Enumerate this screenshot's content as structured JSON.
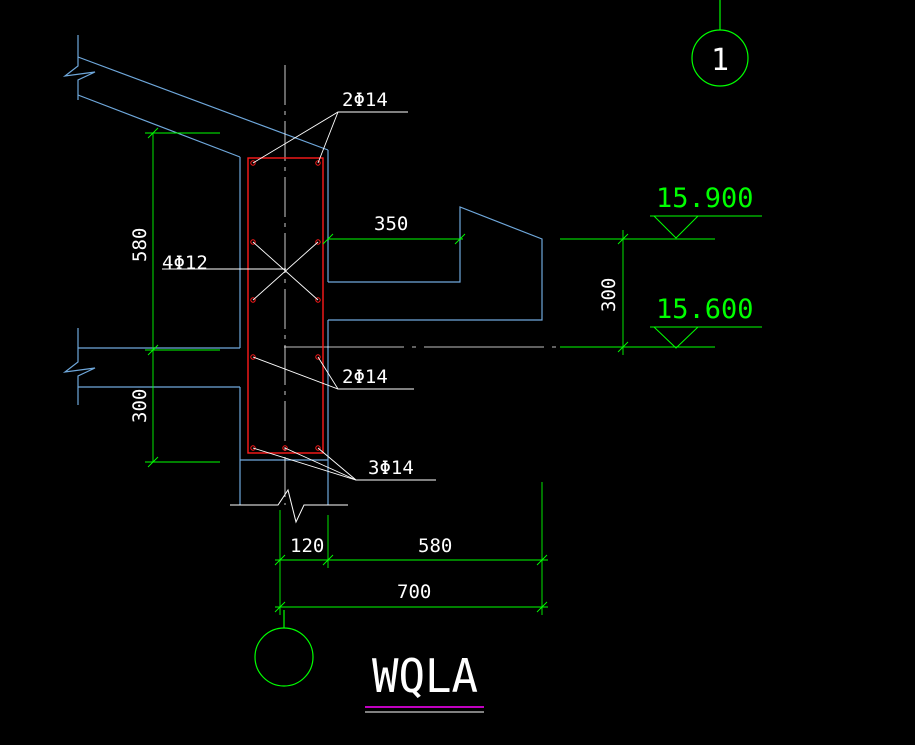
{
  "colors": {
    "background": "#000000",
    "concrete_outline": "#6fa8dc",
    "dimension": "#00ff00",
    "rebar": "#ff1a1a",
    "leader": "#ffffff",
    "centerline": "#ffffff",
    "underline": "#ff00ff"
  },
  "axis_bubbles": {
    "top_right": "1",
    "bottom": ""
  },
  "rebar_labels": {
    "top_bars": "2Φ14",
    "middle_bars": "4Φ12",
    "side_bars": "2Φ14",
    "bottom_bars": "3Φ14"
  },
  "dimensions": {
    "height_upper": "580",
    "height_lower": "300",
    "ledge_width": "350",
    "ledge_height": "300",
    "wall_offset": "120",
    "beam_width": "580",
    "total_width": "700"
  },
  "elevations": {
    "upper": "15.900",
    "lower": "15.600"
  },
  "section_title": "WQLA"
}
